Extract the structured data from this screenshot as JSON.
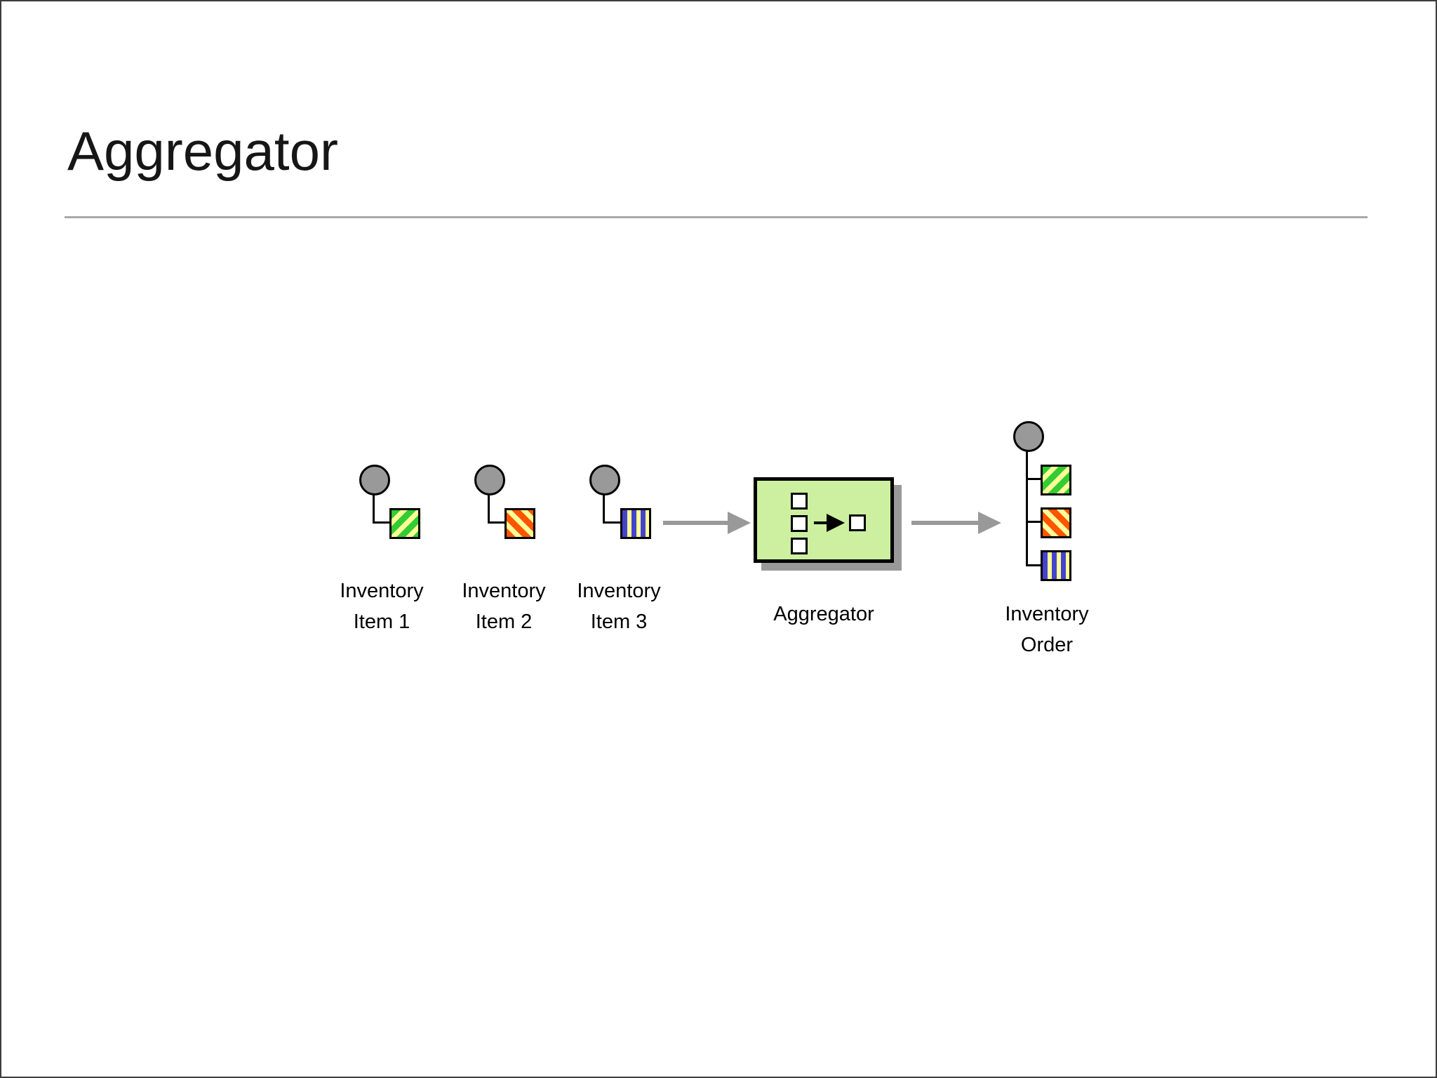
{
  "slide": {
    "title": "Aggregator"
  },
  "diagram": {
    "inputs": [
      {
        "label_line1": "Inventory",
        "label_line2": "Item 1",
        "endpoint_icon": "gray-circle-endpoint",
        "message_icon": "green-diagonal-striped-message-square"
      },
      {
        "label_line1": "Inventory",
        "label_line2": "Item 2",
        "endpoint_icon": "gray-circle-endpoint",
        "message_icon": "orange-diagonal-striped-message-square"
      },
      {
        "label_line1": "Inventory",
        "label_line2": "Item 3",
        "endpoint_icon": "gray-circle-endpoint",
        "message_icon": "blue-vertical-striped-message-square"
      }
    ],
    "processor": {
      "label": "Aggregator",
      "icon": "aggregator-three-squares-to-one"
    },
    "output": {
      "label_line1": "Inventory",
      "label_line2": "Order",
      "endpoint_icon": "gray-circle-endpoint",
      "message_icons": [
        "green-diagonal-striped-message-square",
        "orange-diagonal-striped-message-square",
        "blue-vertical-striped-message-square"
      ]
    }
  },
  "colors": {
    "stripe_green": "#33cc33",
    "stripe_orange": "#ff5500",
    "stripe_blue": "#4444cc",
    "stripe_yellow": "#ffff99",
    "aggregator_fill": "#ccf0a0",
    "aggregator_shadow": "#999999",
    "endpoint_gray": "#999999",
    "arrow_gray": "#999999",
    "divider_gray": "#a9a9a9",
    "page_border": "#3d3d3d"
  }
}
